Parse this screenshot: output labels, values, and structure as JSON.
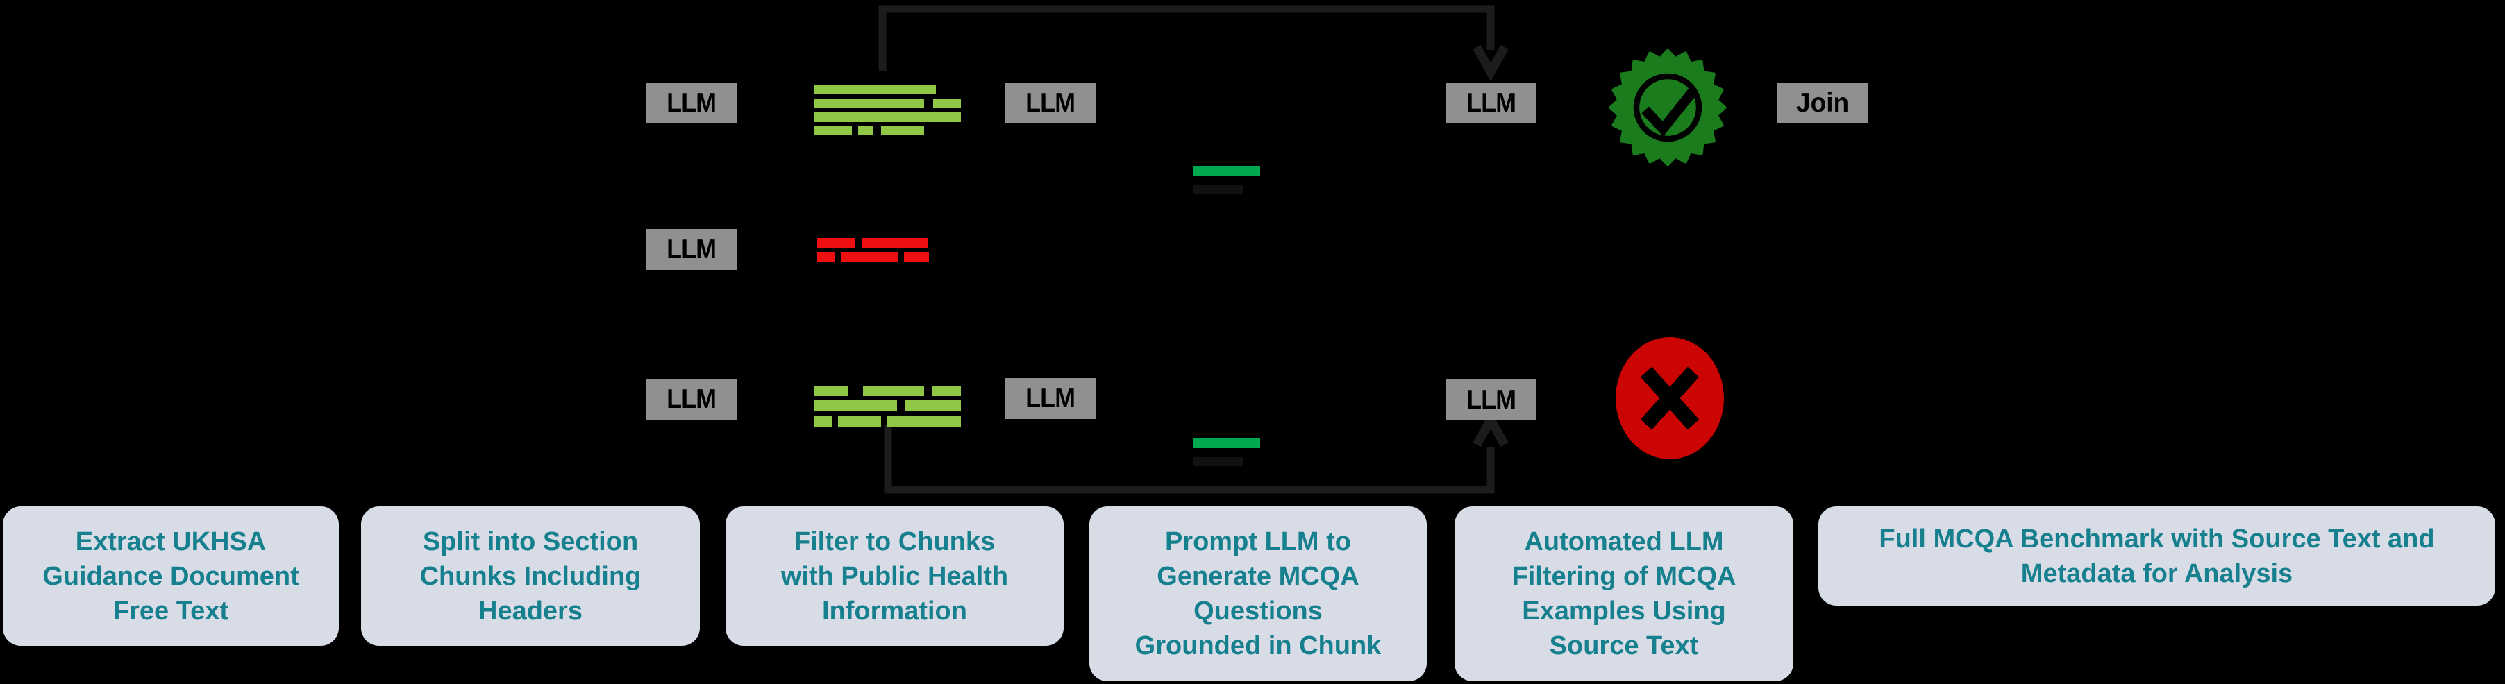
{
  "colors": {
    "background": "#000000",
    "arrow": "#1C1C1C",
    "llm_gray": "#909090",
    "label_text": "#000000",
    "chunk_green": "#8FC844",
    "answer_green": "#00A84F",
    "chunk_red": "#EE1010",
    "badge_green": "#1B7C1E",
    "badge_mark": "#000000",
    "reject_red": "#CB0404",
    "faint_bar": "#111111",
    "step_bg": "#D8DCE6",
    "step_text": "#17808E"
  },
  "nodes": {
    "llm_label": "LLM",
    "join_label": "Join"
  },
  "icons": {
    "approve": "check-seal-icon",
    "reject": "x-circle-icon",
    "accepted_chunk": "green-text-chunk-icon",
    "rejected_chunk": "red-text-chunk-icon",
    "generated_answer": "answer-highlight-icon"
  },
  "steps": [
    {
      "label": "Extract UKHSA\nGuidance Document\nFree Text"
    },
    {
      "label": "Split into Section\nChunks Including\nHeaders"
    },
    {
      "label": "Filter to Chunks\nwith Public Health\nInformation"
    },
    {
      "label": "Prompt LLM to\nGenerate MCQA\nQuestions\nGrounded in Chunk"
    },
    {
      "label": "Automated LLM\nFiltering of MCQA\nExamples Using\nSource Text"
    },
    {
      "label": "Full MCQA Benchmark with Source Text and\nMetadata for Analysis"
    }
  ]
}
